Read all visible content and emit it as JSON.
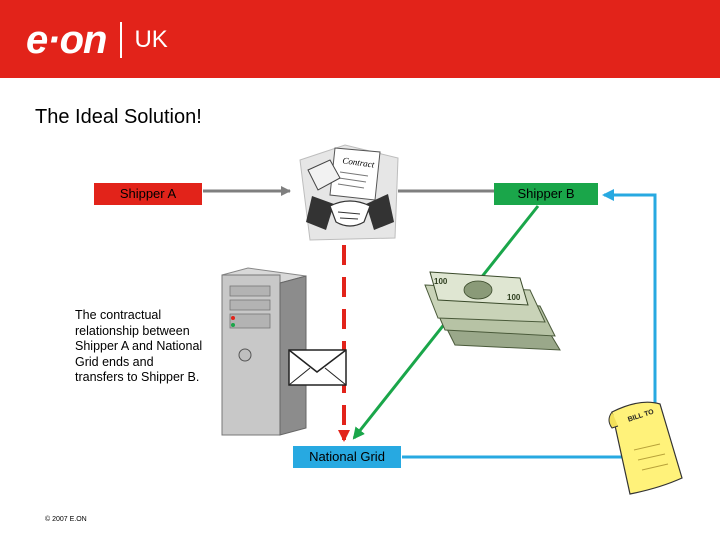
{
  "header": {
    "logo_text": "e·on",
    "logo_region": "UK",
    "background_color": "#e2231a"
  },
  "title": "The Ideal Solution!",
  "diagram": {
    "shipper_a": "Shipper A",
    "shipper_b": "Shipper B",
    "national_grid": "National Grid",
    "description": "The contractual relationship between Shipper A and National Grid ends and transfers to Shipper B.",
    "contract_label": "Contract",
    "bill_label": "BILL TO",
    "colors": {
      "shipper_a": "#e2231a",
      "shipper_b": "#1aa64a",
      "national_grid": "#27a9e1"
    }
  },
  "footer": {
    "copyright": "© 2007 E.ON"
  },
  "icons": [
    "contract-handshake-icon",
    "computer-server-icon",
    "envelope-icon",
    "money-stack-icon",
    "bill-icon"
  ]
}
